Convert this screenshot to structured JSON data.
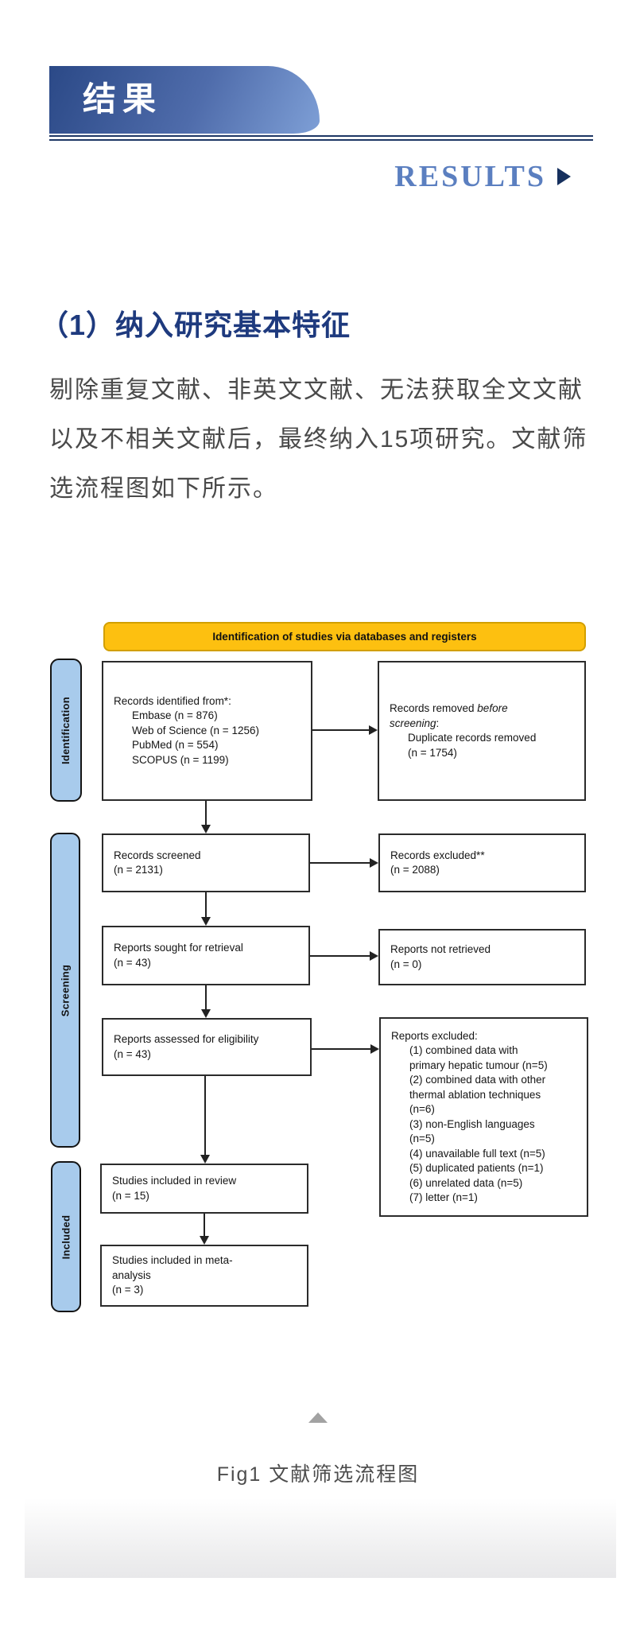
{
  "page": {
    "banner_title": "结果",
    "results_label": "RESULTS",
    "section_heading": "（1）纳入研究基本特征",
    "paragraph_lines": [
      "剔除重复文献、非英文文献、无法获取全文文献",
      "以及不相关文献后，最终纳入15项研究。文献筛",
      "选流程图如下所示。"
    ],
    "figure_caption": "Fig1 文献筛选流程图"
  },
  "flowchart": {
    "top_banner": "Identification of studies via databases and registers",
    "stages": {
      "identification": "Identification",
      "screening": "Screening",
      "included": "Included"
    },
    "boxes": {
      "identified": {
        "title": "Records identified from*:",
        "items": [
          "Embase (n = 876)",
          "Web of Science (n = 1256)",
          "PubMed (n = 554)",
          "SCOPUS (n = 1199)"
        ]
      },
      "removed": {
        "line1_normal": "Records removed ",
        "line1_italic": "before",
        "line2_italic": "screening",
        "line2_colon": ":",
        "items": [
          "Duplicate records removed",
          "(n = 1754)"
        ]
      },
      "screened": {
        "lines": [
          "Records screened",
          "(n = 2131)"
        ]
      },
      "excluded": {
        "lines": [
          "Records excluded**",
          "(n = 2088)"
        ]
      },
      "sought": {
        "lines": [
          "Reports sought for retrieval",
          "(n = 43)"
        ]
      },
      "not_retrieved": {
        "lines": [
          "Reports not retrieved",
          "(n = 0)"
        ]
      },
      "assessed": {
        "lines": [
          "Reports assessed for eligibility",
          "(n = 43)"
        ]
      },
      "excluded_reports": {
        "title": "Reports excluded:",
        "lines": [
          "(1) combined data with",
          "primary hepatic tumour (n=5)",
          "(2) combined data with other",
          "thermal ablation techniques",
          "(n=6)",
          "(3) non-English languages",
          "(n=5)",
          "(4) unavailable full text (n=5)",
          "(5) duplicated patients (n=1)",
          "(6) unrelated data (n=5)",
          "(7) letter (n=1)"
        ]
      },
      "included_review": {
        "lines": [
          "Studies included in review",
          "(n = 15)"
        ]
      },
      "included_meta": {
        "lines": [
          "Studies included in meta-",
          "analysis",
          "(n = 3)"
        ]
      }
    }
  },
  "colors": {
    "banner_gradient_start": "#2b4987",
    "banner_gradient_end": "#7e9fd6",
    "rule_navy": "#1e3765",
    "results_blue": "#5b7fc0",
    "results_arrow_navy": "#16305e",
    "heading_navy": "#1e3a7e",
    "body_text": "#4a4a4a",
    "flow_yellow": "#fdc010",
    "flow_yellow_border": "#d29f00",
    "stage_blue": "#a8cbec",
    "box_border": "#2b2b2b",
    "caption_gray": "#4d4d4d"
  }
}
